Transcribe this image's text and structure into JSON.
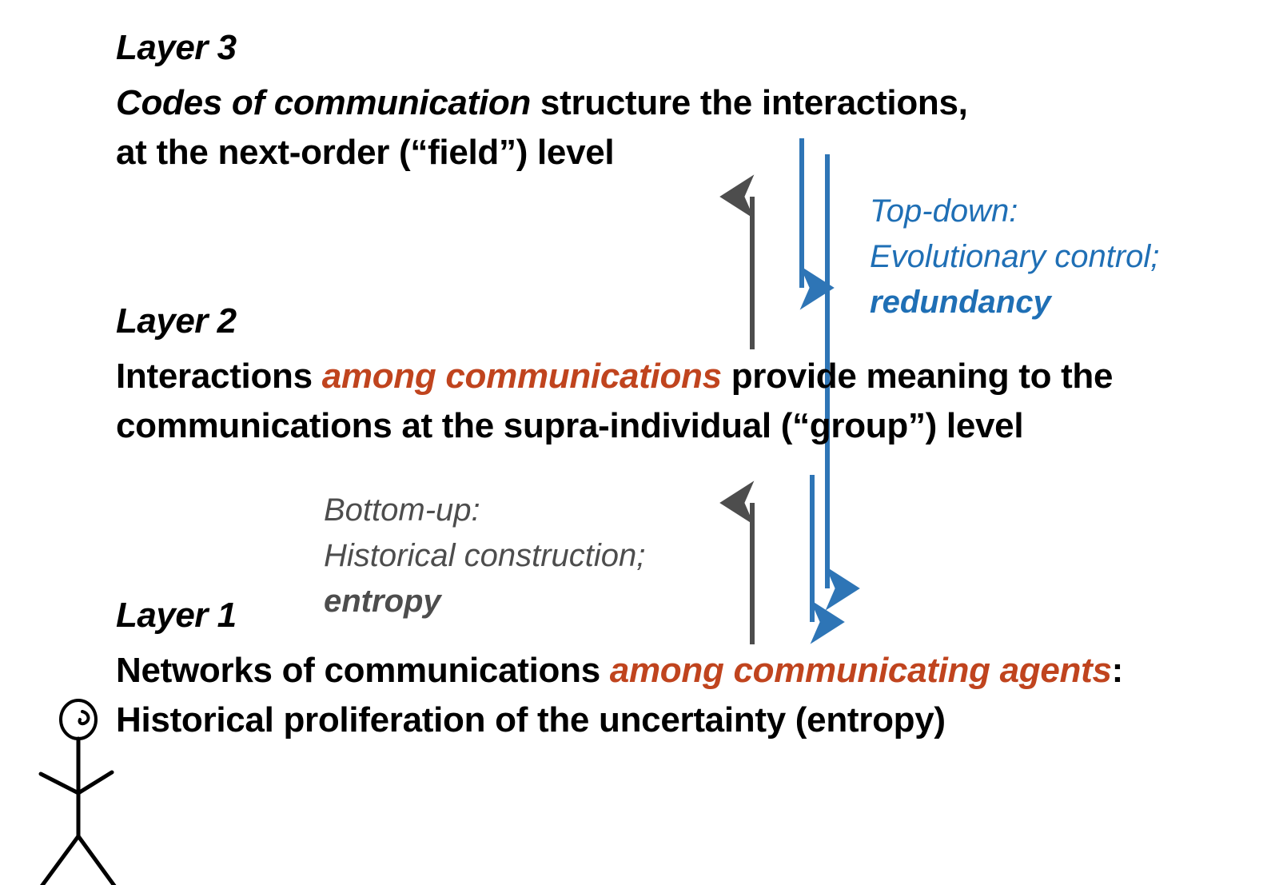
{
  "diagram": {
    "title": "Three layers of communication",
    "background_color": "#FFFFFF",
    "colors": {
      "text": "#000000",
      "accent_red": "#C0441E",
      "accent_blue": "#1F6FB5",
      "accent_gray": "#4D4D4D"
    }
  },
  "layers": {
    "layer3": {
      "label": "Layer 3",
      "line1_italic": "Codes of communication",
      "line1_rest": " structure the interactions,",
      "line2": "at the next-order (“field”) level"
    },
    "layer2": {
      "label": "Layer 2",
      "line1_pre": "Interactions ",
      "line1_em": "among communications",
      "line1_post": " provide meaning to the",
      "line2": "communications at the supra-individual (“group”) level"
    },
    "layer1": {
      "label": "Layer 1",
      "line1_pre": "Networks of communications ",
      "line1_em": "among communicating agents",
      "line1_post": ":",
      "line2": "Historical proliferation of the uncertainty (entropy)"
    }
  },
  "annotations": {
    "top_down": {
      "line1": "Top-down:",
      "line2": "Evolutionary control;",
      "line3": "redundancy",
      "color": "#1F6FB5"
    },
    "bottom_up": {
      "line1": "Bottom-up:",
      "line2": "Historical construction;",
      "line3": "entropy",
      "color": "#4D4D4D"
    }
  },
  "arrows": [
    {
      "name": "upward-arrow-layer1-to-layer2",
      "direction": "up",
      "color": "#4D4D4D"
    },
    {
      "name": "upward-arrow-layer2-to-layer3",
      "direction": "up",
      "color": "#4D4D4D"
    },
    {
      "name": "downward-arrow-short",
      "direction": "down",
      "color": "#1F6FB5"
    },
    {
      "name": "downward-arrow-long",
      "direction": "down",
      "color": "#1F6FB5"
    },
    {
      "name": "downward-arrow-mid",
      "direction": "down",
      "color": "#1F6FB5"
    }
  ],
  "figure": {
    "name": "stick-figure-agent",
    "color": "#000000"
  }
}
